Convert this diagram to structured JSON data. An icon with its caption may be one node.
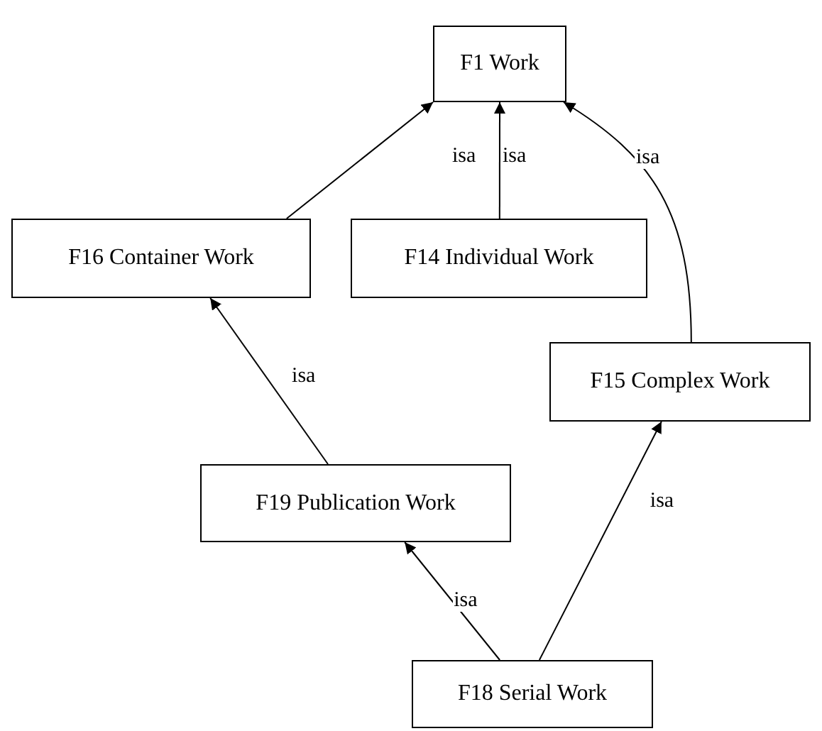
{
  "diagram": {
    "nodes": [
      {
        "text": [
          "F1 Work"
        ]
      },
      {
        "text": [
          "F16 Container Work"
        ]
      },
      {
        "text": [
          "F14 Individual Work"
        ]
      },
      {
        "text": [
          "F15 Complex Work"
        ]
      },
      {
        "text": [
          "F19 Publication Work"
        ]
      },
      {
        "text": [
          "F18 Serial Work"
        ]
      }
    ],
    "edges": [
      {
        "from": 1,
        "to": 0,
        "arrow": "to",
        "label": "isa"
      },
      {
        "from": 2,
        "to": 0,
        "arrow": "to",
        "label": "isa"
      },
      {
        "from": 3,
        "to": 0,
        "arrow": "to",
        "label": "isa"
      },
      {
        "from": 4,
        "to": 1,
        "arrow": "to",
        "label": "isa"
      },
      {
        "from": 5,
        "to": 4,
        "arrow": "to",
        "label": "isa"
      },
      {
        "from": 5,
        "to": 3,
        "arrow": "to",
        "label": "isa"
      }
    ]
  }
}
